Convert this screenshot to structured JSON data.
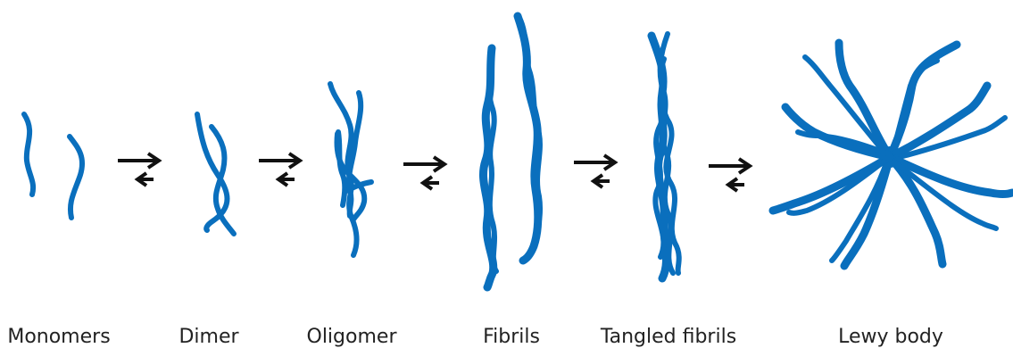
{
  "stages": [
    {
      "label": "Monomers"
    },
    {
      "label": "Dimer"
    },
    {
      "label": "Oligomer"
    },
    {
      "label": "Fibrils"
    },
    {
      "label": "Tangled fibrils"
    },
    {
      "label": "Lewy body"
    }
  ],
  "colors": {
    "fibril": "#0a6fbd",
    "arrow": "#111111",
    "text": "#222222"
  },
  "arrow_icon": "equilibrium-arrows-icon"
}
